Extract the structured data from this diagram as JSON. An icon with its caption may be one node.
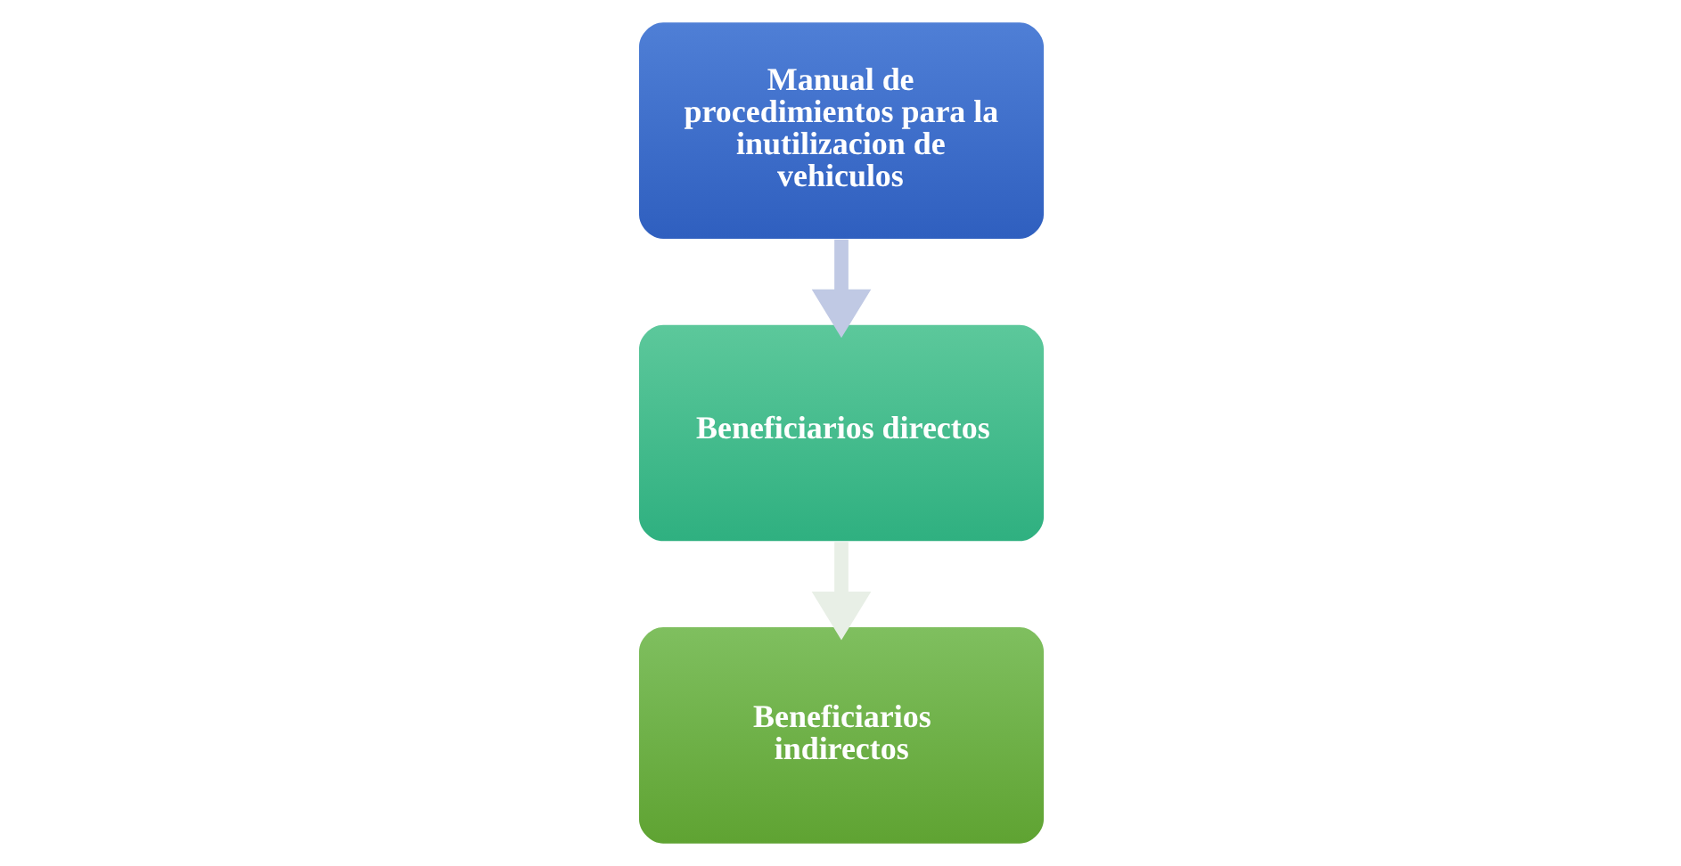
{
  "diagram": {
    "nodes": [
      {
        "text": [
          "Manual de procedimientos para la inutilizacion de vehiculos"
        ]
      },
      {
        "text": [
          "Beneficiarios directos"
        ]
      },
      {
        "text": [
          "Beneficiarios indirectos"
        ]
      }
    ],
    "edges": [
      {
        "from": 0,
        "to": 1,
        "arrow": "to",
        "color": "#c0c9e4"
      },
      {
        "from": 1,
        "to": 2,
        "arrow": "to",
        "color": "#e8efe6"
      }
    ]
  }
}
